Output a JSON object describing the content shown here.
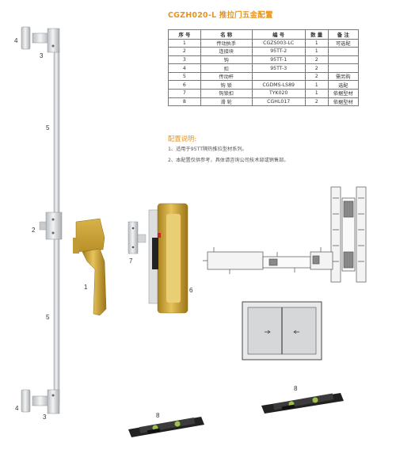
{
  "title": "CGZH020-L 推拉门五金配置",
  "table": {
    "headers": [
      "序 号",
      "名  称",
      "编  号",
      "数 量",
      "备 注"
    ],
    "rows": [
      [
        "1",
        "传动执手",
        "CGZS003-LC",
        "1",
        "可选配"
      ],
      [
        "2",
        "连接块",
        "95TT-2",
        "1",
        ""
      ],
      [
        "3",
        "钩",
        "95TT-1",
        "2",
        ""
      ],
      [
        "4",
        "扣",
        "95TT-3",
        "2",
        ""
      ],
      [
        "5",
        "传动杆",
        "",
        "2",
        "需另购"
      ],
      [
        "6",
        "钩  锁",
        "CGDMS-LS89",
        "1",
        "选配"
      ],
      [
        "7",
        "钩锁扣",
        "TYK020",
        "1",
        "依据型材"
      ],
      [
        "8",
        "滑  轮",
        "CGHL017",
        "2",
        "依据型材"
      ]
    ]
  },
  "config_title": "配置说明:",
  "notes": [
    "1、适用于95TT隔热推拉型材系列。",
    "2、本配置仅供参考，具体请咨询公司技术部或销售部。"
  ],
  "callouts": {
    "n4_top": "4",
    "n3_top": "3",
    "n5_upper": "5",
    "n2": "2",
    "n1": "1",
    "n7": "7",
    "n6": "6",
    "n5_lower": "5",
    "n4_bottom": "4",
    "n3_bottom": "3",
    "n8_left": "8",
    "n8_right": "8"
  },
  "colors": {
    "accent": "#e8941e",
    "gold": "#c9a233",
    "silver": "#d7dadd",
    "dark": "#222222"
  }
}
